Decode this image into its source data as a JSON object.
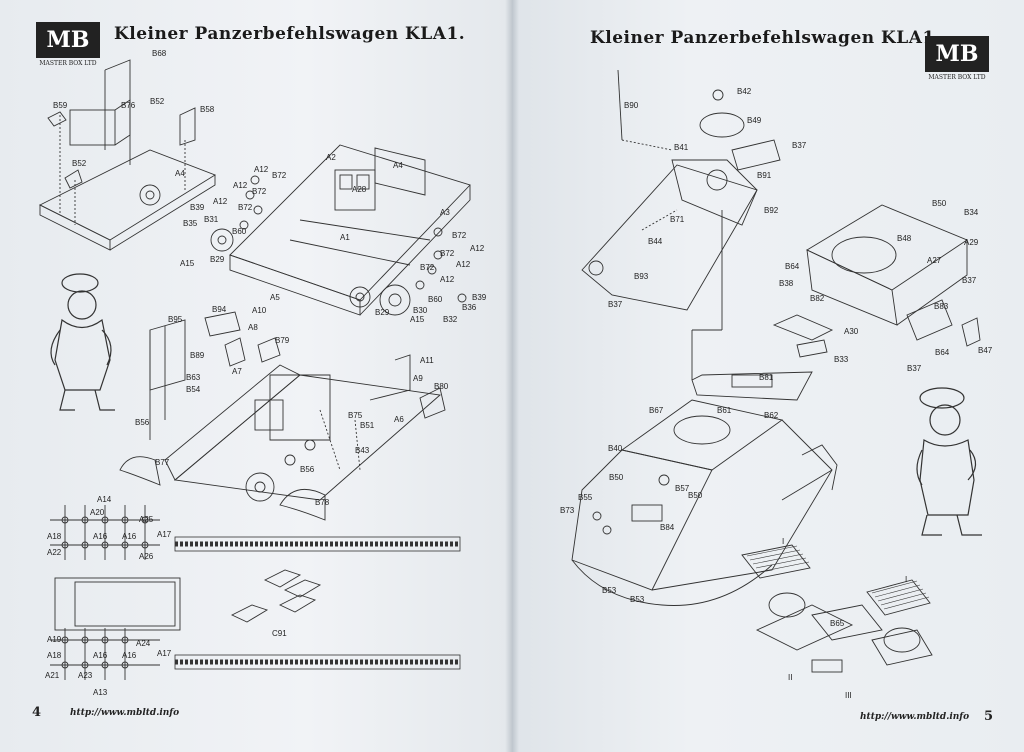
{
  "left_page": {
    "title": "Kleiner Panzerbefehlswagen KLA1.",
    "logo": {
      "mark": "MB",
      "sub": "MASTER BOX LTD"
    },
    "page_number": "4",
    "url": "http://www.mbltd.info",
    "labels": {
      "b68": "B68",
      "b59": "B59",
      "b76": "B76",
      "b52a": "B52",
      "b58": "B58",
      "b52b": "B52",
      "a4a": "A4",
      "a2": "A2",
      "a4b": "A4",
      "a12a": "A12",
      "b72a": "B72",
      "a12b": "A12",
      "b72b": "B72",
      "a28": "A28",
      "b39a": "B39",
      "a12c": "A12",
      "b72c": "B72",
      "b31": "B31",
      "b35": "B35",
      "b60a": "B60",
      "a3": "A3",
      "a1": "A1",
      "b29a": "B29",
      "a15a": "A15",
      "b72d": "B72",
      "a12d": "A12",
      "b72e": "B72",
      "a12e": "A12",
      "b72f": "B72",
      "a12f": "A12",
      "a5": "A5",
      "b60b": "B60",
      "b39b": "B39",
      "b36": "B36",
      "b29b": "B29",
      "b30": "B30",
      "a15b": "A15",
      "b32": "B32",
      "b94": "B94",
      "a10": "A10",
      "b95": "B95",
      "a8": "A8",
      "b79": "B79",
      "b89": "B89",
      "a7": "A7",
      "b63": "B63",
      "b54": "B54",
      "a11": "A11",
      "a9": "A9",
      "b80": "B80",
      "b75": "B75",
      "b51": "B51",
      "a6": "A6",
      "b56a": "B56",
      "b43": "B43",
      "b77": "B77",
      "b56b": "B56",
      "b78": "B78",
      "a14": "A14",
      "a20": "A20",
      "a25": "A25",
      "a18a": "A18",
      "a16a": "A16",
      "a16b": "A16",
      "a17a": "A17",
      "a22": "A22",
      "a26": "A26",
      "c91": "C91",
      "a19": "A19",
      "a24": "A24",
      "a18b": "A18",
      "a16c": "A16",
      "a16d": "A16",
      "a17b": "A17",
      "a21": "A21",
      "a23": "A23",
      "a13": "A13"
    }
  },
  "right_page": {
    "title": "Kleiner Panzerbefehlswagen KLA1.",
    "logo": {
      "mark": "MB",
      "sub": "MASTER BOX LTD"
    },
    "page_number": "5",
    "url": "http://www.mbltd.info",
    "labels": {
      "b90": "B90",
      "b42": "B42",
      "b49": "B49",
      "b41": "B41",
      "b37a": "B37",
      "b91": "B91",
      "b92": "B92",
      "b71": "B71",
      "b44": "B44",
      "b93": "B93",
      "b37b": "B37",
      "b50a": "B50",
      "b34": "B34",
      "b48": "B48",
      "a29": "A29",
      "a27": "A27",
      "b64a": "B64",
      "b38": "B38",
      "b37c": "B37",
      "b82": "B82",
      "b83": "B83",
      "a30": "A30",
      "b33": "B33",
      "b64b": "B64",
      "b47": "B47",
      "b37d": "B37",
      "b81": "B81",
      "b62": "B62",
      "b67": "B67",
      "b61": "B61",
      "b40": "B40",
      "b50b": "B50",
      "b57": "B57",
      "b50c": "B50",
      "b55": "B55",
      "b73": "B73",
      "b84": "B84",
      "b53a": "B53",
      "b53b": "B53",
      "b65": "B65",
      "i1": "I",
      "i2": "I",
      "ii": "II",
      "iii": "III"
    }
  },
  "colors": {
    "paper": "#eef1f4",
    "ink": "#222222",
    "background": "#9fb0c2"
  }
}
